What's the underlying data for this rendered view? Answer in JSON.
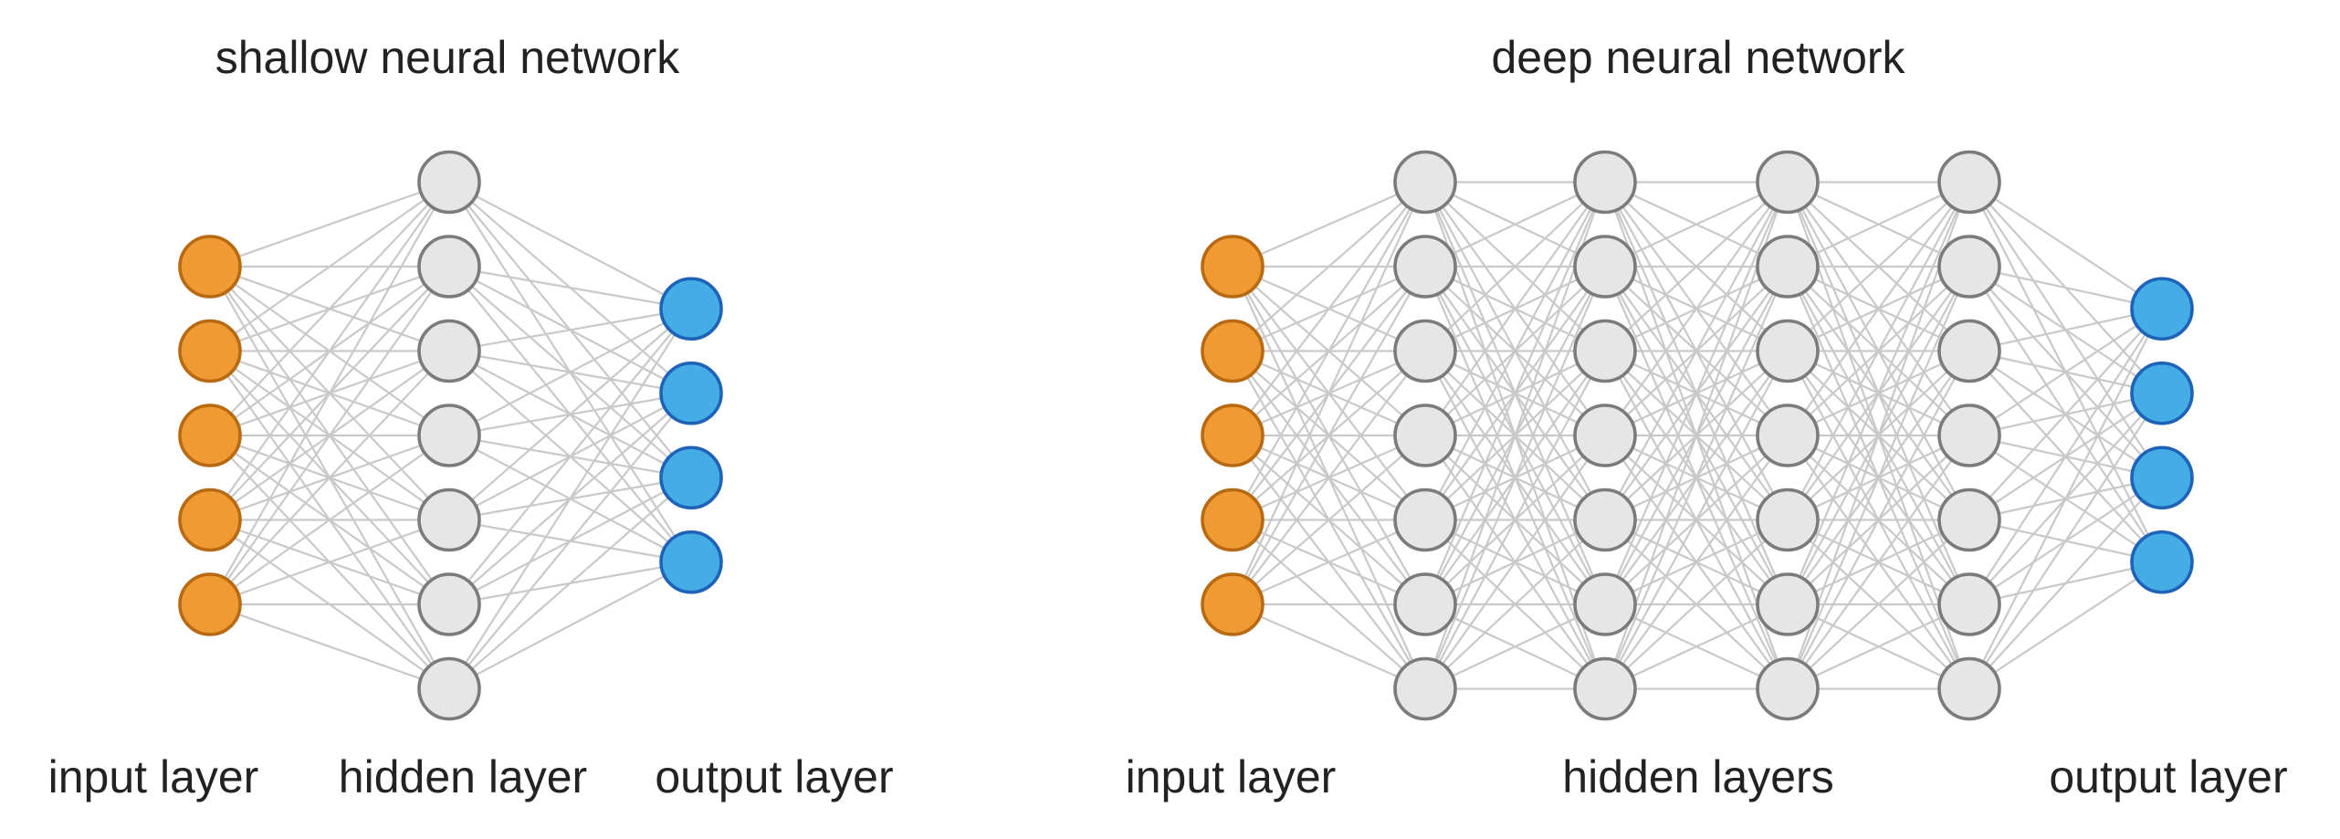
{
  "colors": {
    "input_fill": "#f09a33",
    "input_stroke": "#b86a12",
    "hidden_fill": "#e6e6e6",
    "hidden_stroke": "#7b7b7b",
    "output_fill": "#45ade5",
    "output_stroke": "#1e63b8",
    "edge": "#c9c9c9"
  },
  "networks": [
    {
      "id": "shallow",
      "title": "shallow neural network",
      "layer_node_counts": [
        5,
        7,
        4
      ],
      "layer_roles": [
        "input",
        "hidden",
        "output"
      ],
      "labels": {
        "input": "input layer",
        "hidden": "hidden layer",
        "output": "output layer"
      }
    },
    {
      "id": "deep",
      "title": "deep neural network",
      "layer_node_counts": [
        5,
        7,
        7,
        7,
        7,
        4
      ],
      "layer_roles": [
        "input",
        "hidden",
        "hidden",
        "hidden",
        "hidden",
        "output"
      ],
      "labels": {
        "input": "input layer",
        "hidden": "hidden layers",
        "output": "output layer"
      }
    }
  ]
}
